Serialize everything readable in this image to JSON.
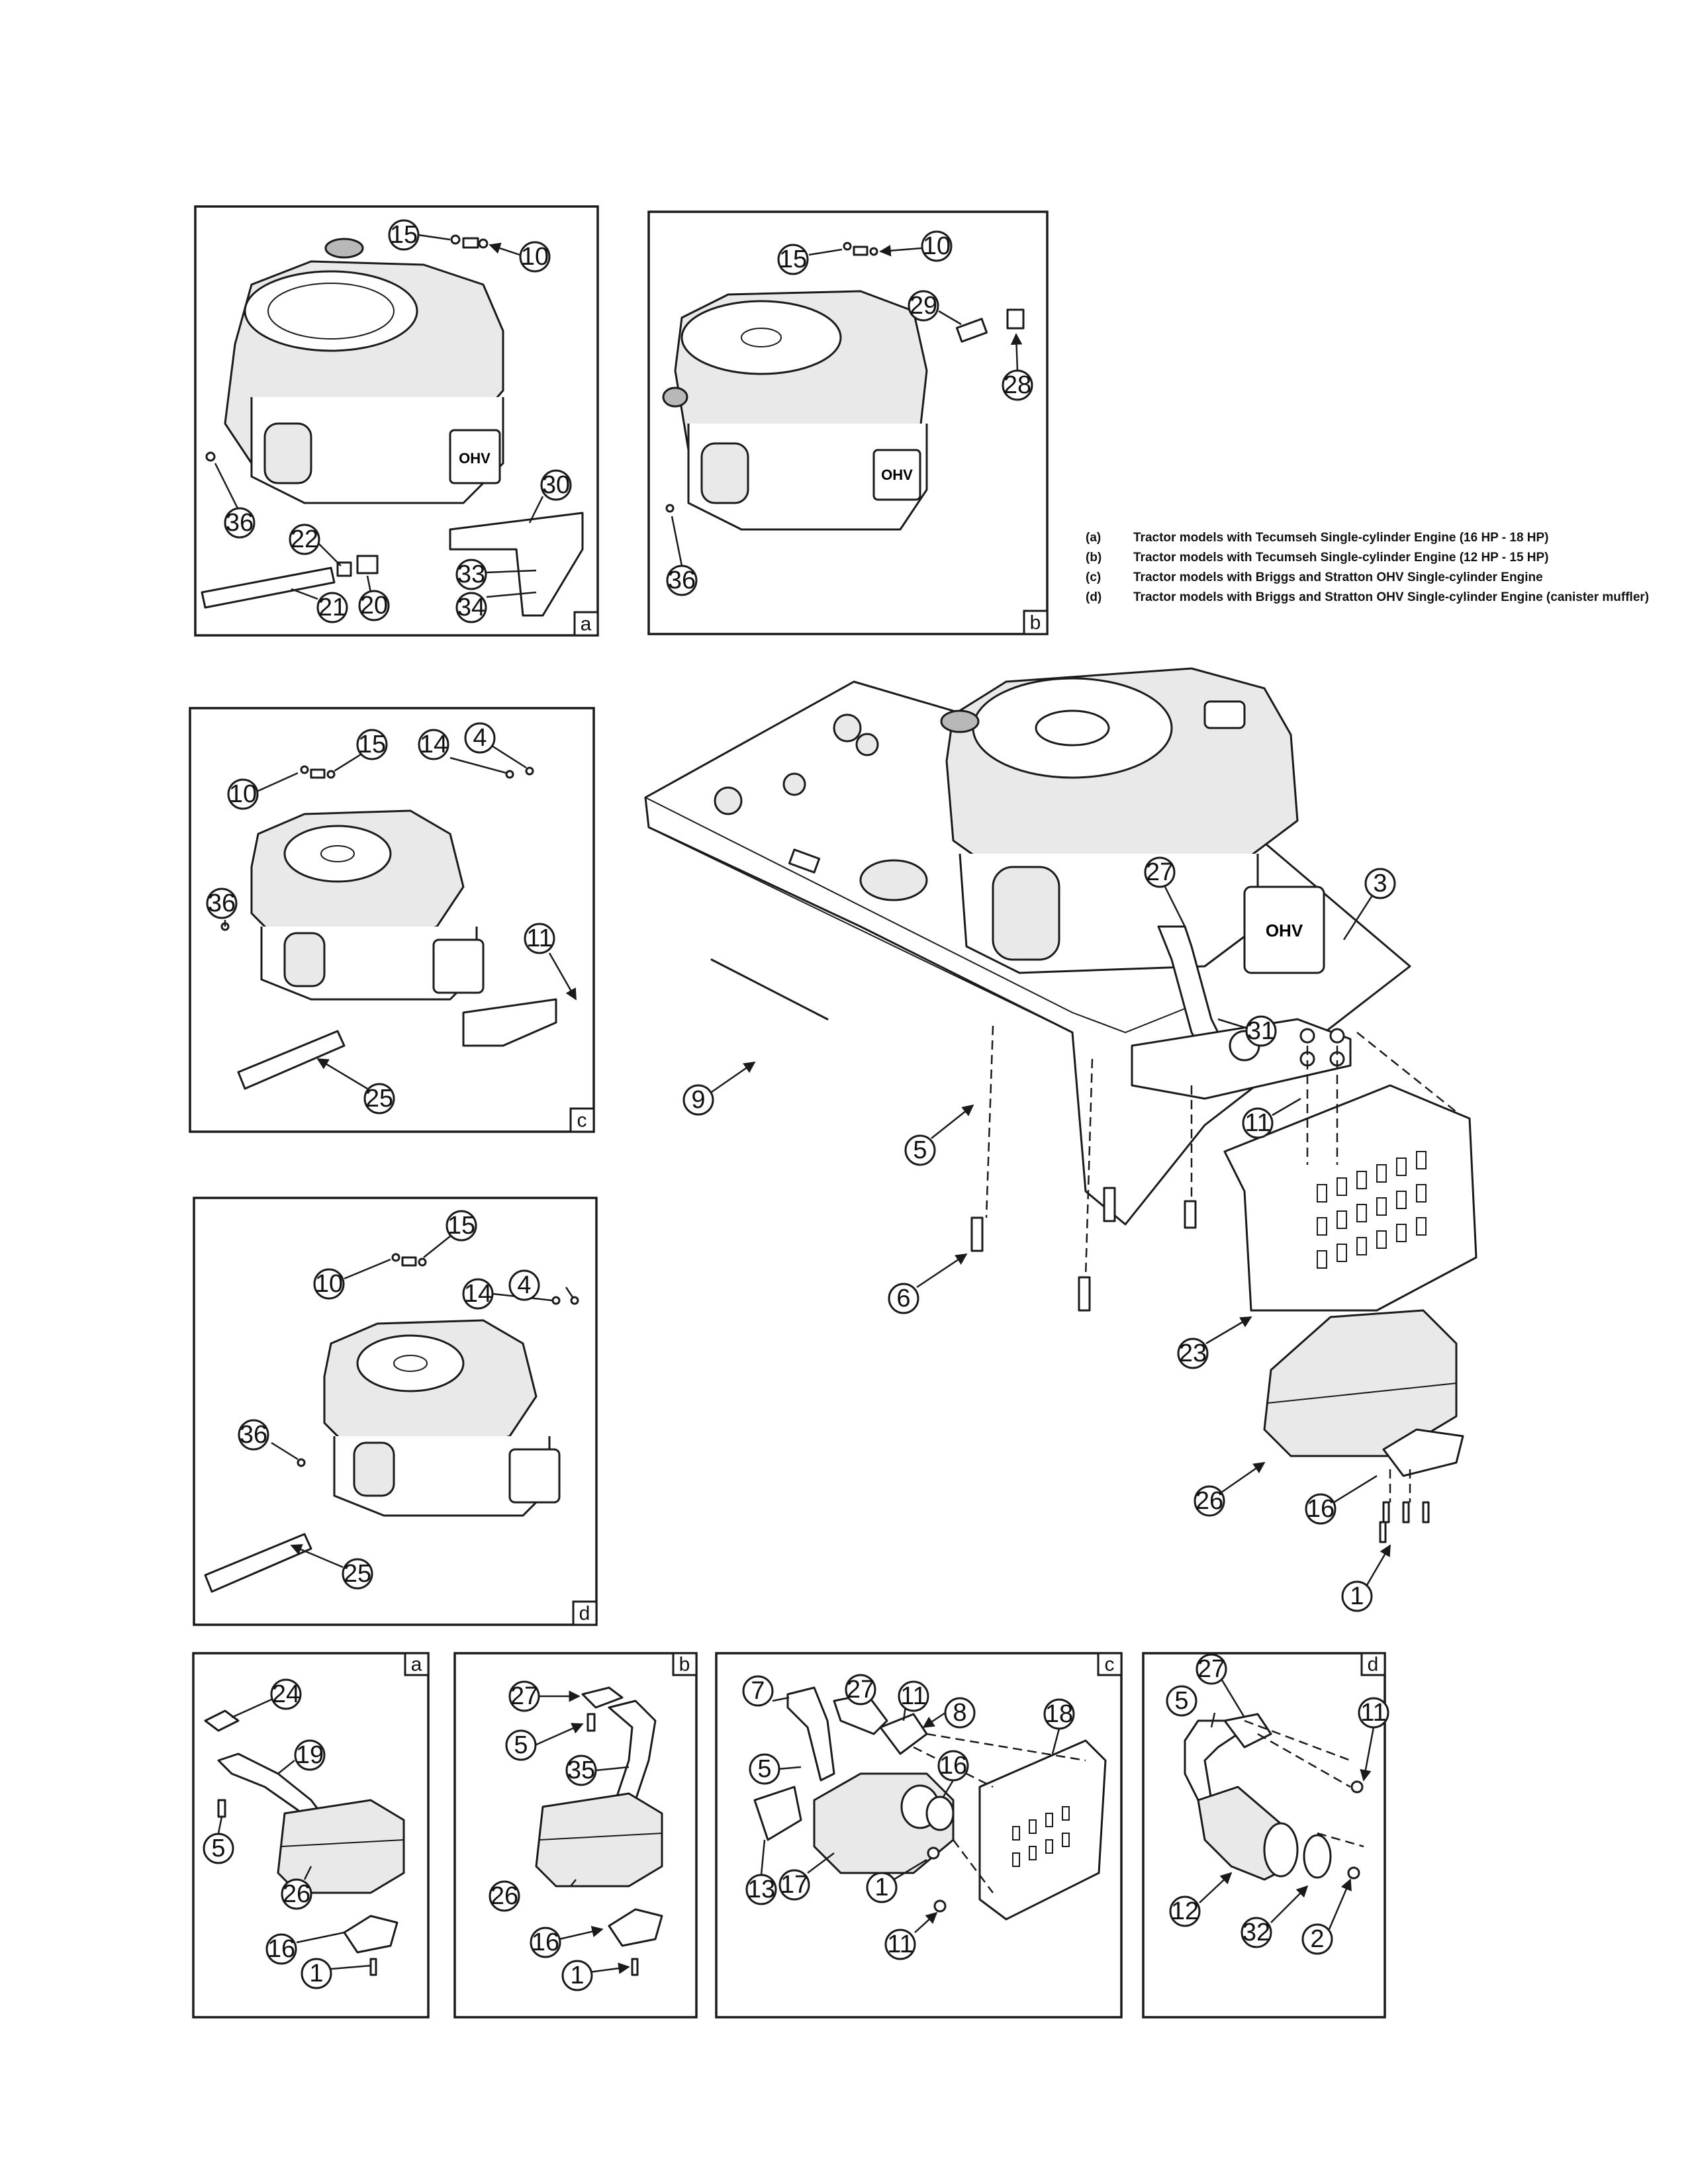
{
  "legend": [
    {
      "key": "(a)",
      "text": "Tractor models with Tecumseh Single-cylinder Engine (16 HP - 18 HP)"
    },
    {
      "key": "(b)",
      "text": "Tractor models with Tecumseh Single-cylinder Engine (12 HP - 15 HP)"
    },
    {
      "key": "(c)",
      "text": "Tractor models with Briggs and Stratton OHV Single-cylinder Engine"
    },
    {
      "key": "(d)",
      "text": "Tractor models with Briggs and Stratton OHV Single-cylinder Engine (canister muffler)"
    }
  ],
  "panels": {
    "engine_a": {
      "tag": "a",
      "callouts": [
        "15",
        "10",
        "36",
        "30",
        "22",
        "20",
        "33",
        "34",
        "21"
      ]
    },
    "engine_b": {
      "tag": "b",
      "callouts": [
        "15",
        "10",
        "29",
        "28",
        "36"
      ]
    },
    "engine_c": {
      "tag": "c",
      "callouts": [
        "15",
        "10",
        "14",
        "4",
        "36",
        "11",
        "25"
      ]
    },
    "engine_d": {
      "tag": "d",
      "callouts": [
        "15",
        "10",
        "14",
        "4",
        "36",
        "25"
      ]
    },
    "main": {
      "callouts": [
        "27",
        "3",
        "31",
        "9",
        "5",
        "11",
        "6",
        "23",
        "26",
        "16",
        "1"
      ]
    },
    "muffler_a": {
      "tag": "a",
      "callouts": [
        "24",
        "19",
        "5",
        "26",
        "16",
        "1"
      ]
    },
    "muffler_b": {
      "tag": "b",
      "callouts": [
        "27",
        "5",
        "35",
        "26",
        "16",
        "1"
      ]
    },
    "muffler_c": {
      "tag": "c",
      "callouts": [
        "7",
        "27",
        "11",
        "8",
        "5",
        "16",
        "18",
        "13",
        "17",
        "1",
        "11"
      ]
    },
    "muffler_d": {
      "tag": "d",
      "callouts": [
        "27",
        "5",
        "11",
        "12",
        "32",
        "2"
      ]
    }
  },
  "engine_label": "OHV"
}
